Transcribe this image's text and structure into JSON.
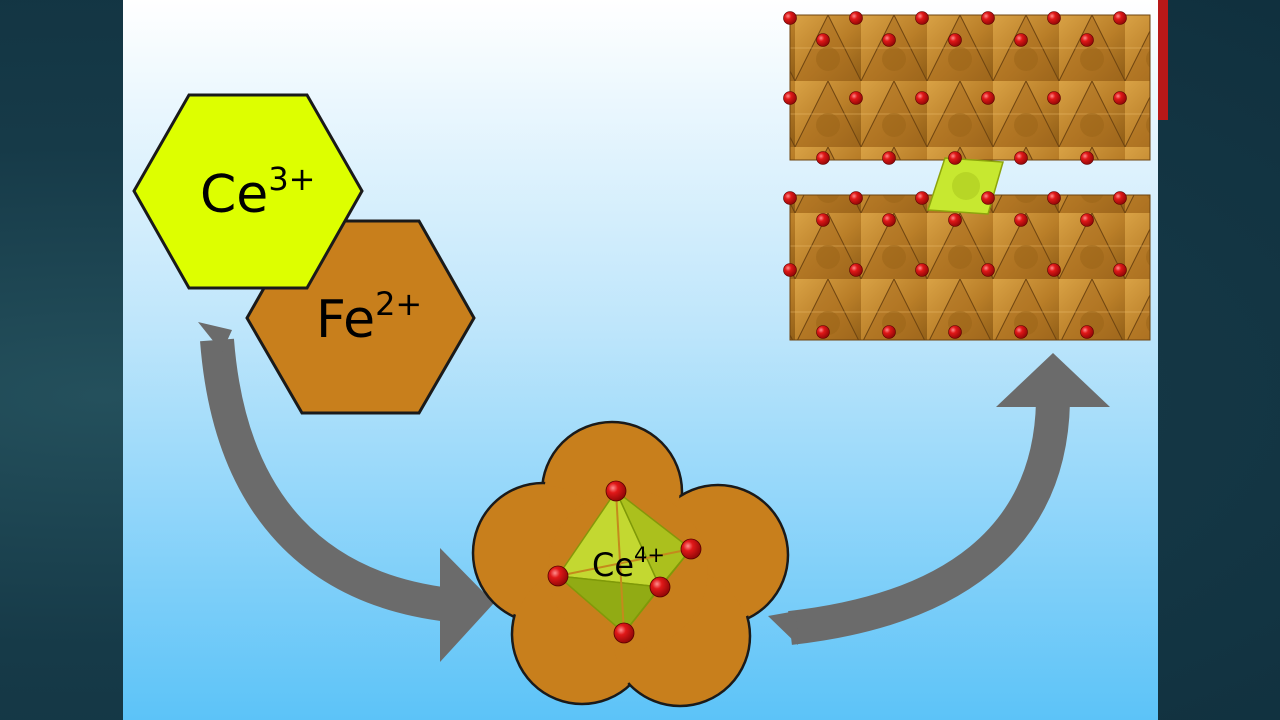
{
  "ce3": {
    "base": "Ce",
    "charge": "3+"
  },
  "fe2": {
    "base": "Fe",
    "charge": "2+"
  },
  "ce4": {
    "base": "Ce",
    "charge": "4+"
  },
  "colors": {
    "ce_yellow": "#ddff00",
    "fe_brown": "#c87f1c",
    "oxygen_red": "#e01818",
    "arrow_gray": "#6b6b6b",
    "accent_red": "#b81818"
  }
}
